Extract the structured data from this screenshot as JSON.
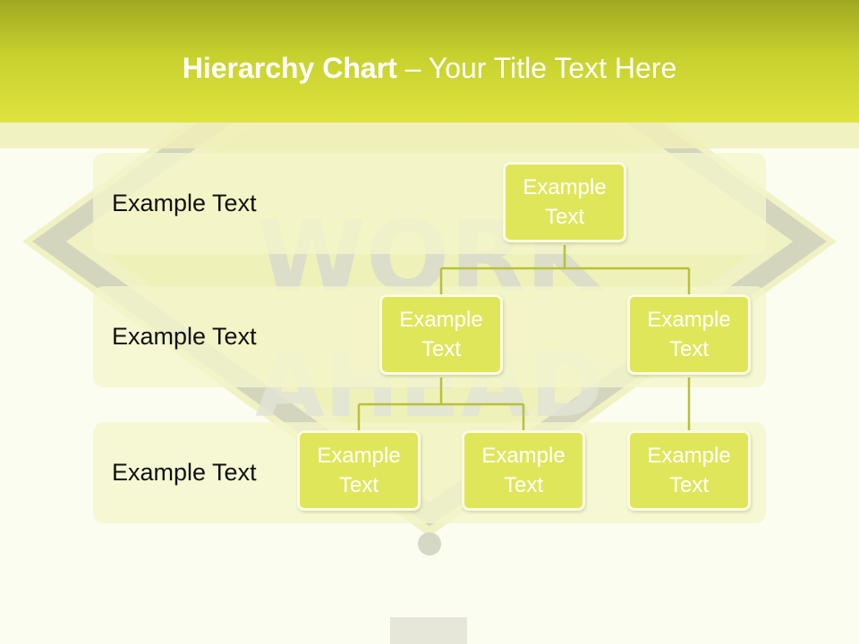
{
  "title": {
    "bold": "Hierarchy Chart",
    "rest": " – Your Title Text Here"
  },
  "levels": [
    {
      "label": "Example Text"
    },
    {
      "label": "Example Text"
    },
    {
      "label": "Example Text"
    }
  ],
  "nodes": {
    "root": "Example Text",
    "level2_left": "Example Text",
    "level2_right": "Example Text",
    "level3_a": "Example Text",
    "level3_b": "Example Text",
    "level3_c": "Example Text"
  },
  "colors": {
    "accent": "#dfe33f",
    "node_fill": "#e0e65a",
    "connector": "#b9bf3b"
  }
}
